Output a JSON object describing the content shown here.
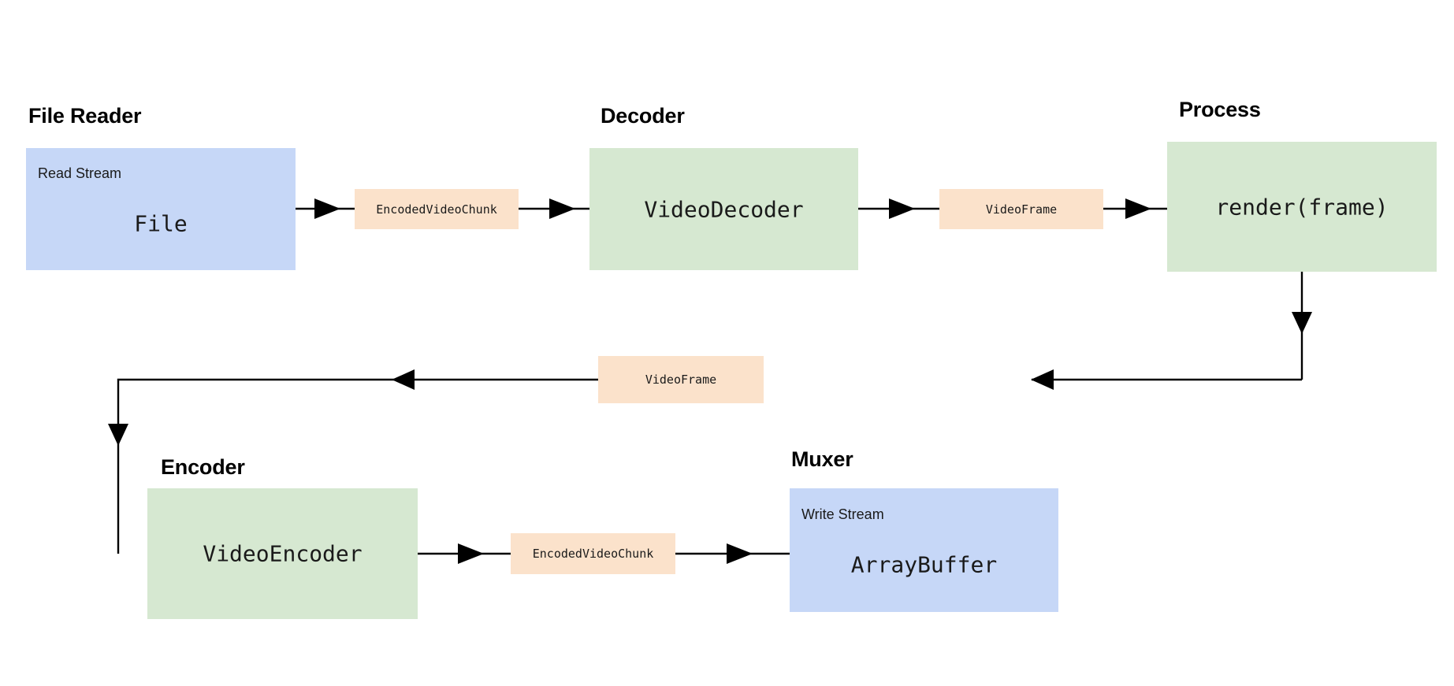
{
  "diagram": {
    "title_hidden": "",
    "groups": [
      {
        "key": "file_reader",
        "label": "File Reader"
      },
      {
        "key": "decoder",
        "label": "Decoder"
      },
      {
        "key": "process",
        "label": "Process"
      },
      {
        "key": "encoder",
        "label": "Encoder"
      },
      {
        "key": "muxer",
        "label": "Muxer"
      }
    ],
    "nodes": {
      "file_box": {
        "label": "File",
        "stream": "Read Stream",
        "color": "#c6d7f7",
        "kind": "blue"
      },
      "chunk_top": {
        "label": "EncodedVideoChunk",
        "color": "#fbe2cb",
        "kind": "peach"
      },
      "video_decoder": {
        "label": "VideoDecoder",
        "color": "#d6e8d1",
        "kind": "green"
      },
      "frame_top": {
        "label": "VideoFrame",
        "color": "#fbe2cb",
        "kind": "peach"
      },
      "render_frame": {
        "label": "render(frame)",
        "color": "#d6e8d1",
        "kind": "green"
      },
      "frame_mid": {
        "label": "VideoFrame",
        "color": "#fbe2cb",
        "kind": "peach"
      },
      "video_encoder": {
        "label": "VideoEncoder",
        "color": "#d6e8d1",
        "kind": "green"
      },
      "chunk_bottom": {
        "label": "EncodedVideoChunk",
        "color": "#fbe2cb",
        "kind": "peach"
      },
      "array_buffer": {
        "label": "ArrayBuffer",
        "stream": "Write Stream",
        "color": "#c6d7f7",
        "kind": "blue"
      }
    },
    "edges": [
      {
        "from": "file_box",
        "to": "chunk_top",
        "direction": "right"
      },
      {
        "from": "chunk_top",
        "to": "video_decoder",
        "direction": "right"
      },
      {
        "from": "video_decoder",
        "to": "frame_top",
        "direction": "right"
      },
      {
        "from": "frame_top",
        "to": "render_frame",
        "direction": "right"
      },
      {
        "from": "render_frame",
        "to": "frame_mid",
        "direction": "down-left"
      },
      {
        "from": "frame_mid",
        "to": "video_encoder",
        "direction": "left-down"
      },
      {
        "from": "video_encoder",
        "to": "chunk_bottom",
        "direction": "right"
      },
      {
        "from": "chunk_bottom",
        "to": "array_buffer",
        "direction": "right"
      }
    ],
    "palette": {
      "blue": "#c6d7f7",
      "green": "#d6e8d1",
      "peach": "#fbe2cb",
      "stroke": "#000000",
      "background": "#ffffff",
      "text": "#1a1a1a"
    }
  }
}
